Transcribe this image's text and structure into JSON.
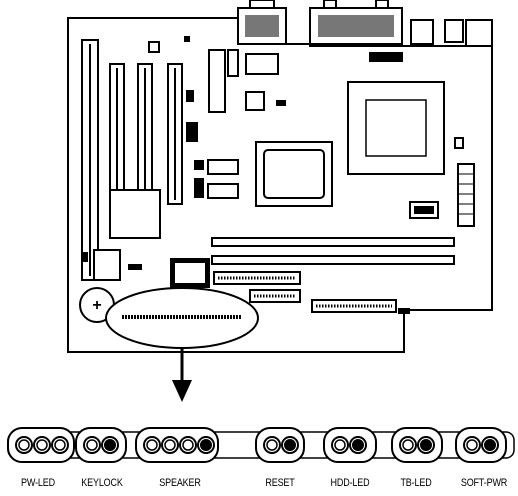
{
  "connectors": {
    "pw_led": "PW-LED",
    "keylock": "KEYLOCK",
    "speaker": "SPEAKER",
    "reset": "RESET",
    "hdd_led": "HDD-LED",
    "tb_led": "TB-LED",
    "soft_pwr": "SOFT-PWR"
  },
  "board": {
    "battery_symbol": "+"
  },
  "colors": {
    "ink": "#000000",
    "port_fill": "#777777",
    "chip_fill": "#ffffff"
  }
}
